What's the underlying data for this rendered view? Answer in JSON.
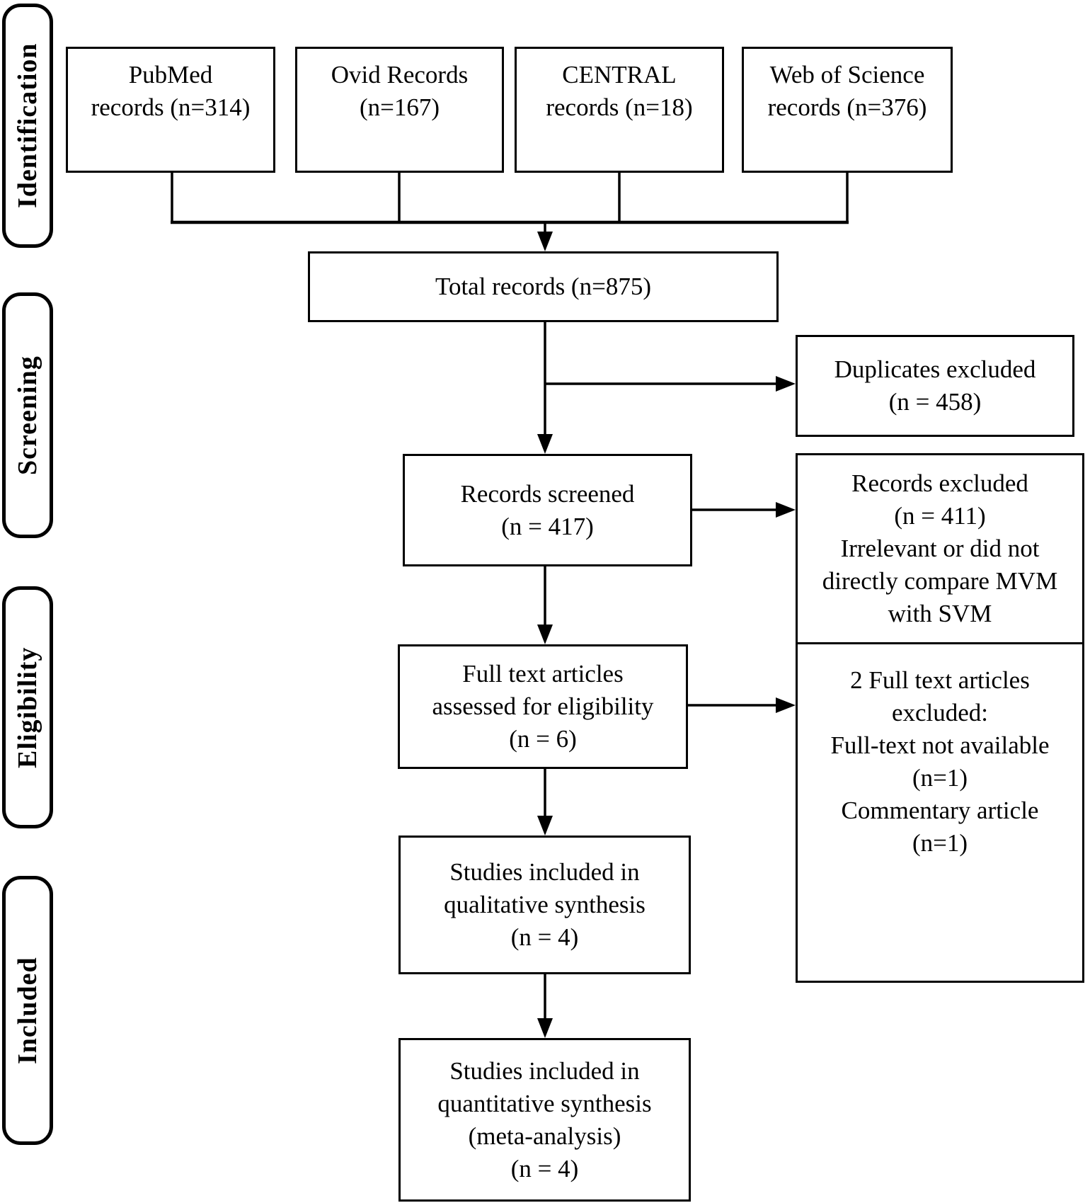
{
  "figure": {
    "stages": {
      "identification": "Identification",
      "screening": "Screening",
      "eligibility": "Eligibility",
      "included": "Included"
    },
    "sources": {
      "pubmed": [
        "PubMed",
        "records (n=314)"
      ],
      "ovid": [
        "Ovid Records",
        "(n=167)"
      ],
      "central": [
        "CENTRAL",
        "records (n=18)"
      ],
      "web_of_science": [
        "Web of Science",
        "records (n=376)"
      ]
    },
    "flow": {
      "total": [
        "Total records (n=875)"
      ],
      "screened": [
        "Records screened",
        "(n = 417)"
      ],
      "fulltext_assessed": [
        "Full text articles",
        "assessed for eligibility",
        "(n = 6)"
      ],
      "qualitative": [
        "Studies included in",
        "qualitative synthesis",
        "(n = 4)"
      ],
      "quantitative": [
        "Studies included in",
        "quantitative synthesis",
        "(meta-analysis)",
        "(n = 4)"
      ]
    },
    "exclusions": {
      "duplicates": [
        "Duplicates excluded",
        "(n = 458)"
      ],
      "records_excluded": [
        "Records excluded",
        "(n = 411)",
        "Irrelevant or did not",
        "directly compare MVM",
        "with SVM"
      ],
      "fulltext_excluded": [
        "2 Full text articles",
        "excluded:",
        "Full-text not available",
        "(n=1)",
        "Commentary article",
        "(n=1)"
      ]
    },
    "colors": {
      "line": "#000000",
      "background": "#ffffff"
    }
  }
}
